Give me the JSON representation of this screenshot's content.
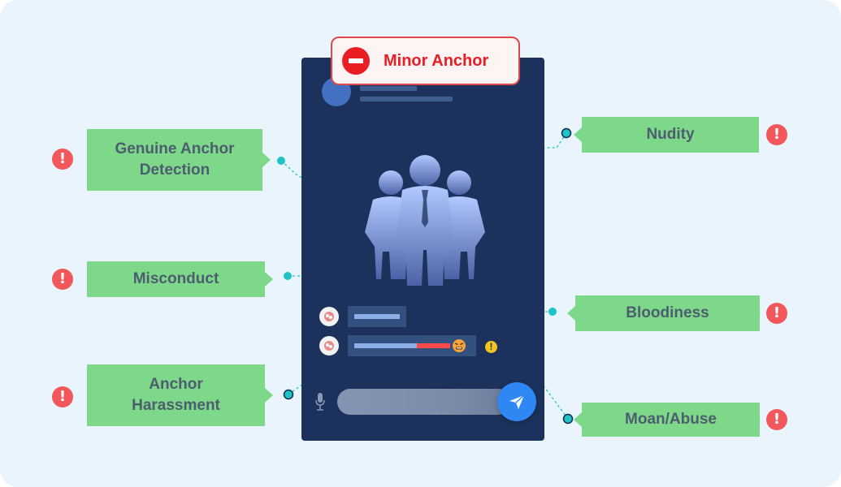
{
  "diagram": {
    "badge": {
      "label": "Minor Anchor",
      "icon": "no-entry-icon",
      "color": "#e81e24"
    },
    "labels_left": [
      {
        "id": "genuine-anchor-detection",
        "line1": "Genuine Anchor",
        "line2": "Detection"
      },
      {
        "id": "misconduct",
        "line1": "Misconduct",
        "line2": ""
      },
      {
        "id": "anchor-harassment",
        "line1": "Anchor",
        "line2": "Harassment"
      }
    ],
    "labels_right": [
      {
        "id": "nudity",
        "line1": "Nudity",
        "line2": ""
      },
      {
        "id": "bloodiness",
        "line1": "Bloodiness",
        "line2": ""
      },
      {
        "id": "moan-abuse",
        "line1": "Moan/Abuse",
        "line2": ""
      }
    ],
    "alert_glyph": "!",
    "colors": {
      "label_bg": "#7ed88a",
      "label_text": "#4c5d6e",
      "alert": "#f2575b",
      "phone_bg": "#1c325c",
      "connector": "#1fc3c3",
      "send_button": "#2f87f3",
      "background": "#eaf4fd"
    },
    "chat_progress": 0.65
  }
}
